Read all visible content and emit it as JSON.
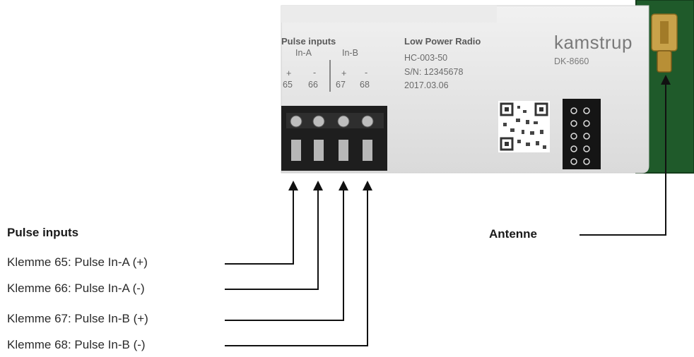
{
  "module": {
    "pulse_inputs": {
      "heading": "Pulse inputs",
      "in_a": "In-A",
      "in_b": "In-B",
      "signs": [
        "+",
        "-",
        "+",
        "-"
      ],
      "terminals": [
        "65",
        "66",
        "67",
        "68"
      ]
    },
    "radio": {
      "heading": "Low Power Radio",
      "model": "HC-003-50",
      "serial": "S/N: 12345678",
      "date": "2017.03.06"
    },
    "brand": {
      "name": "kamstrup",
      "location": "DK-8660"
    }
  },
  "callouts": {
    "pulse_heading": "Pulse inputs",
    "pulse_lines": [
      "Klemme 65: Pulse In-A (+)",
      "Klemme 66: Pulse In-A (-)",
      "Klemme 67: Pulse In-B (+)",
      "Klemme 68: Pulse In-B (-)"
    ],
    "antenna": "Antenne"
  },
  "colors": {
    "module_body": "#e4e4e4",
    "terminal_block": "#1e1e1e",
    "pcb": "#1f5a2a",
    "antenna_connector": "#c8a24a",
    "arrow": "#111111"
  }
}
